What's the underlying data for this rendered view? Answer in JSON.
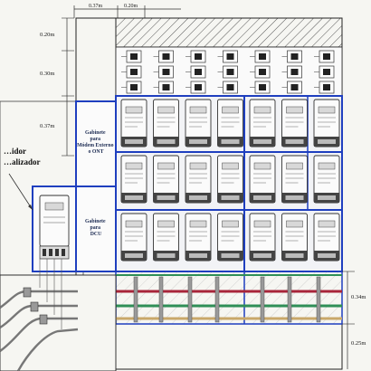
{
  "dimensions": {
    "width_top_left": "0.37m",
    "width_top_right": "0.20m",
    "height_row_1": "0.20m",
    "height_row_2": "0.30m",
    "height_row_3": "0.37m",
    "height_bus_zone": "0.34m",
    "height_bottom": "0.25m"
  },
  "cabinets": {
    "modem": [
      "Gabinete",
      "para",
      "Módem Externo",
      "o ONT"
    ],
    "dcu": [
      "Gabinete",
      "para",
      "DCU"
    ]
  },
  "callout": [
    "…idor",
    "…alizador"
  ],
  "bus_colors": {
    "frame": "#1f3fbf",
    "bus_red": "#a8253a",
    "bus_green": "#2f8f57",
    "bus_tan": "#c9a86a",
    "bus_grey": "#8c8c8c",
    "hatch": "#555555"
  },
  "meters": {
    "rows": 3,
    "per_row": 7
  },
  "breakers": {
    "rows": 3,
    "per_row": 7
  }
}
